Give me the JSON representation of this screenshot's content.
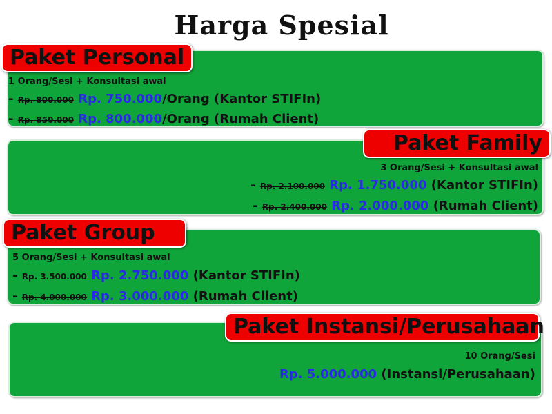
{
  "title": "Harga Spesial",
  "packages": [
    {
      "name": "Paket Personal",
      "desc": "1 Orang/Sesi + Konsultasi awal",
      "lines": [
        {
          "dash": "- ",
          "old": "Rp. 800.000",
          "new": "Rp. 750.000",
          "note": "/Orang (Kantor STIFIn)"
        },
        {
          "dash": "- ",
          "old": "Rp. 850.000",
          "new": "Rp. 800.000",
          "note": "/Orang (Rumah Client)"
        }
      ]
    },
    {
      "name": "Paket Family",
      "desc": "3 Orang/Sesi + Konsultasi awal",
      "lines": [
        {
          "dash": "- ",
          "old": "Rp. 2.100.000",
          "new": "Rp. 1.750.000",
          "note": " (Kantor STIFIn)"
        },
        {
          "dash": "- ",
          "old": "Rp. 2.400.000",
          "new": "Rp. 2.000.000",
          "note": " (Rumah Client)"
        }
      ]
    },
    {
      "name": "Paket Group",
      "desc": "5 Orang/Sesi + Konsultasi awal",
      "lines": [
        {
          "dash": "- ",
          "old": "Rp. 3.500.000",
          "new": "Rp. 2.750.000",
          "note": " (Kantor STIFIn)"
        },
        {
          "dash": "- ",
          "old": "Rp. 4.000.000",
          "new": "Rp. 3.000.000",
          "note": " (Rumah Client)"
        }
      ]
    },
    {
      "name": "Paket Instansi/Perusahaan",
      "desc": "10 Orang/Sesi",
      "lines": [
        {
          "new": "Rp. 5.000.000",
          "note": " (Instansi/Perusahaan)"
        }
      ]
    }
  ],
  "colors": {
    "card_green": "#10a53a",
    "tag_red": "#ee0000",
    "new_price_blue": "#2a2ae6"
  }
}
